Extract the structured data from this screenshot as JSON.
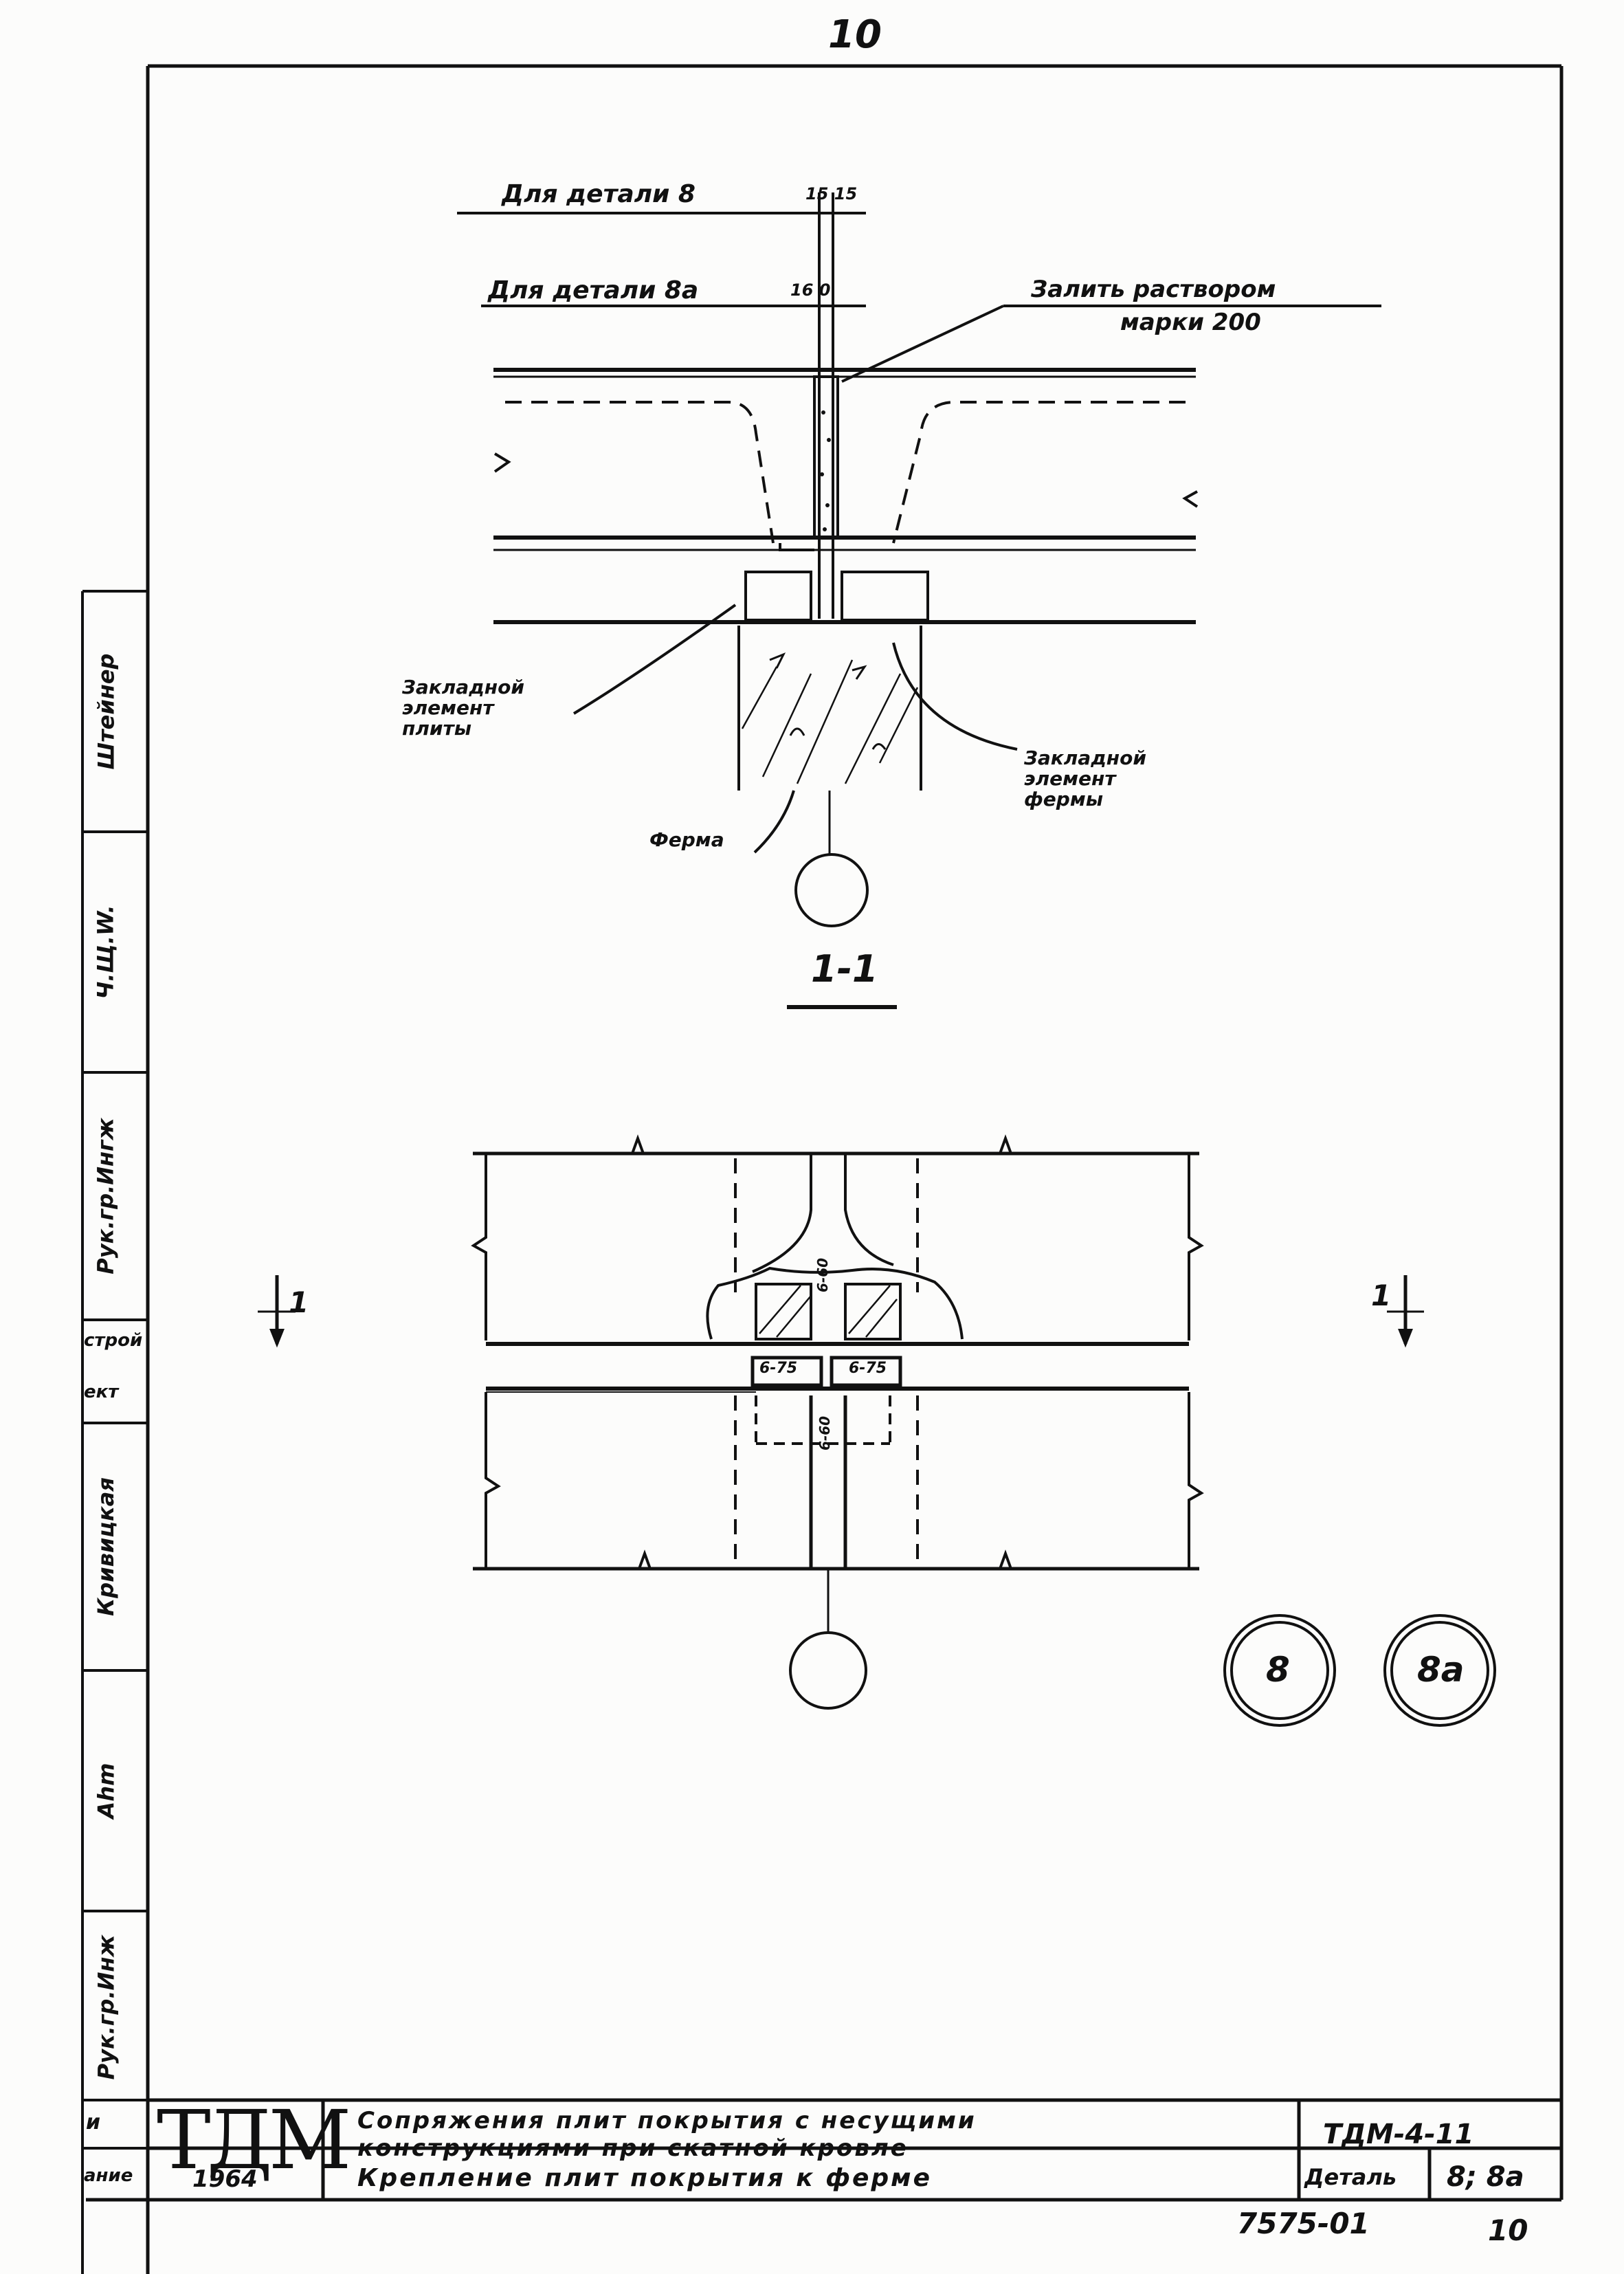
{
  "page_number": "10",
  "detail_notes": {
    "for_detail_8": "Для детали 8",
    "dim_8": "15 15",
    "for_detail_8a": "Для детали 8а",
    "dim_8a": "16 0"
  },
  "callouts": {
    "fill_mortar_line1": "Залить раствором",
    "fill_mortar_line2": "марки 200",
    "embedded_slab_line1": "Закладной",
    "embedded_slab_line2": "элемент",
    "embedded_slab_line3": "плиты",
    "embedded_truss_line1": "Закладной",
    "embedded_truss_line2": "элемент",
    "embedded_truss_line3": "фермы",
    "truss": "Ферма"
  },
  "section_title": "1-1",
  "section_marks": {
    "left": "1",
    "right": "1"
  },
  "weld_labels": {
    "top_vertical": "6-60",
    "mid_left": "6-75",
    "mid_right": "6-75",
    "bottom_vertical": "6-60"
  },
  "detail_circles": {
    "first": "8",
    "second": "8а"
  },
  "side_stamps": [
    "Штейнер",
    "Ч.Щ.W.",
    "Рук.гр.Ингж",
    "строй",
    "ект",
    "Кривицкая",
    "Ahm",
    "Рук.гр.Инж",
    "и",
    "ание"
  ],
  "title_block": {
    "logo": "ТДМ",
    "year": "1964",
    "title_line1": "Сопряжения плит покрытия с несущими",
    "title_line2": "конструкциями при скатной кровле",
    "subtitle": "Крепление плит покрытия к ферме",
    "code": "ТДМ-4-11",
    "detail_label": "Деталь",
    "detail_value": "8; 8а"
  },
  "footer": {
    "number": "7575-01",
    "sheet": "10"
  }
}
